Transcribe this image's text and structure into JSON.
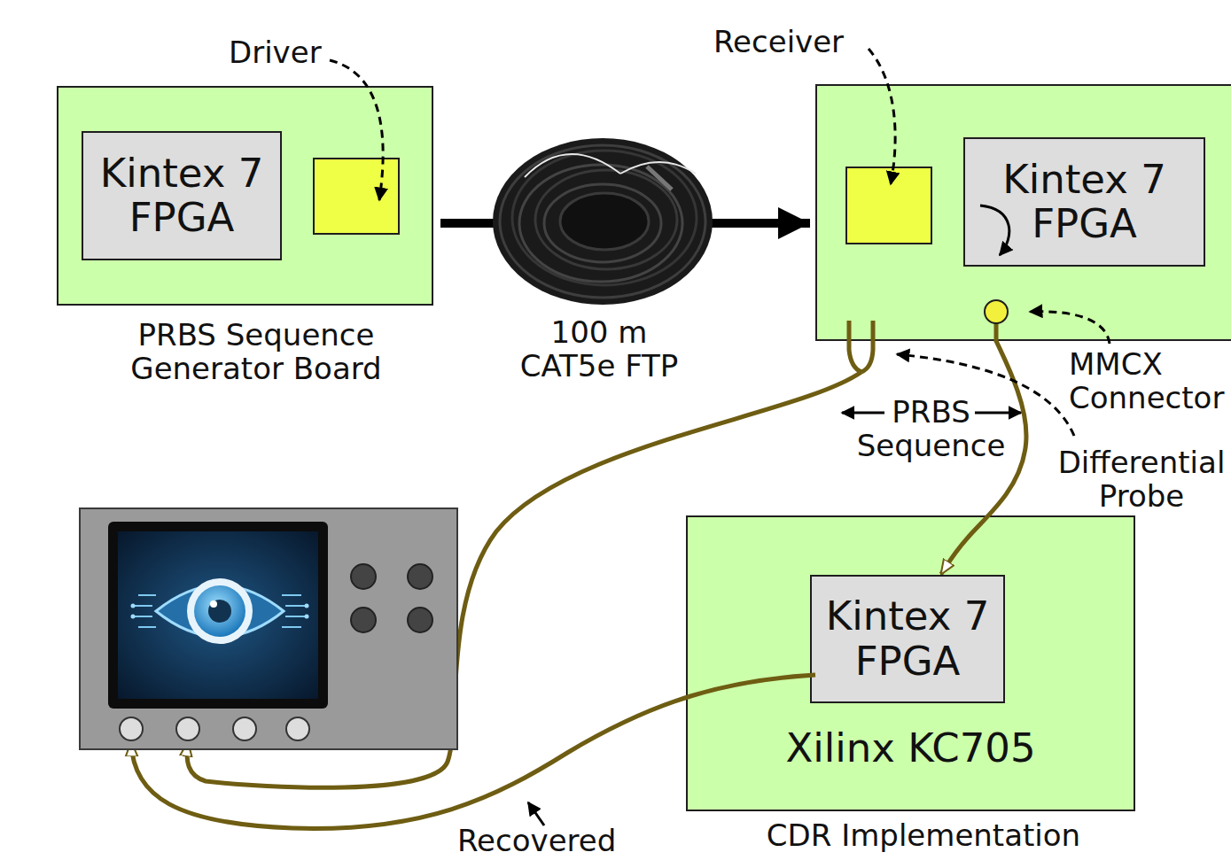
{
  "diagram": {
    "nodes": [
      {
        "text": [
          "PRBS Sequence Generator Board"
        ]
      },
      {
        "text": [
          "Kintex 7 FPGA"
        ],
        "in": 0
      },
      {
        "text": []
      },
      {
        "text": [
          "Kintex 7 FPGA"
        ],
        "in": 2
      },
      {
        "text": [
          "Xilinx KC705",
          "CDR Implementation"
        ]
      },
      {
        "text": [
          "Kintex 7 FPGA"
        ],
        "in": 4
      }
    ],
    "edges": [
      {
        "from": 0,
        "to": 2,
        "arrow": "to"
      },
      {
        "from": 2,
        "to": 5,
        "arrow": "to"
      }
    ],
    "labels": [
      "Driver",
      "Receiver",
      "100 m CAT5e FTP",
      "MMCX Connector",
      "PRBS Sequence",
      "Differential Probe",
      "Recovered"
    ]
  }
}
